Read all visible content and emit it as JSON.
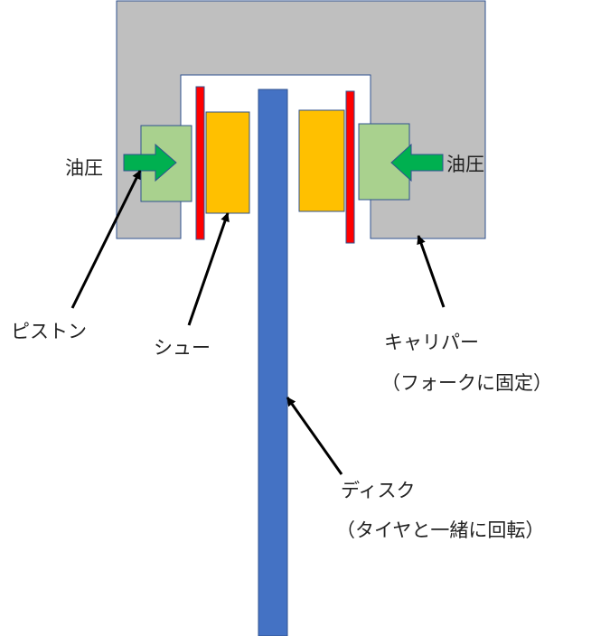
{
  "labels": {
    "oil_pressure_left": "油圧",
    "oil_pressure_right": "油圧",
    "piston": "ピストン",
    "shoe": "シュー",
    "caliper": "キャリパー",
    "caliper_note": "（フォークに固定）",
    "disc": "ディスク",
    "disc_note": "（タイヤと一緒に回転）"
  },
  "colors": {
    "caliper": "#bfbfbf",
    "piston": "#a9d18e",
    "shoe": "#ffc000",
    "backing_plate": "#ff0000",
    "disc": "#4472c4",
    "pressure_arrow": "#00b050",
    "pointer": "#000000"
  }
}
